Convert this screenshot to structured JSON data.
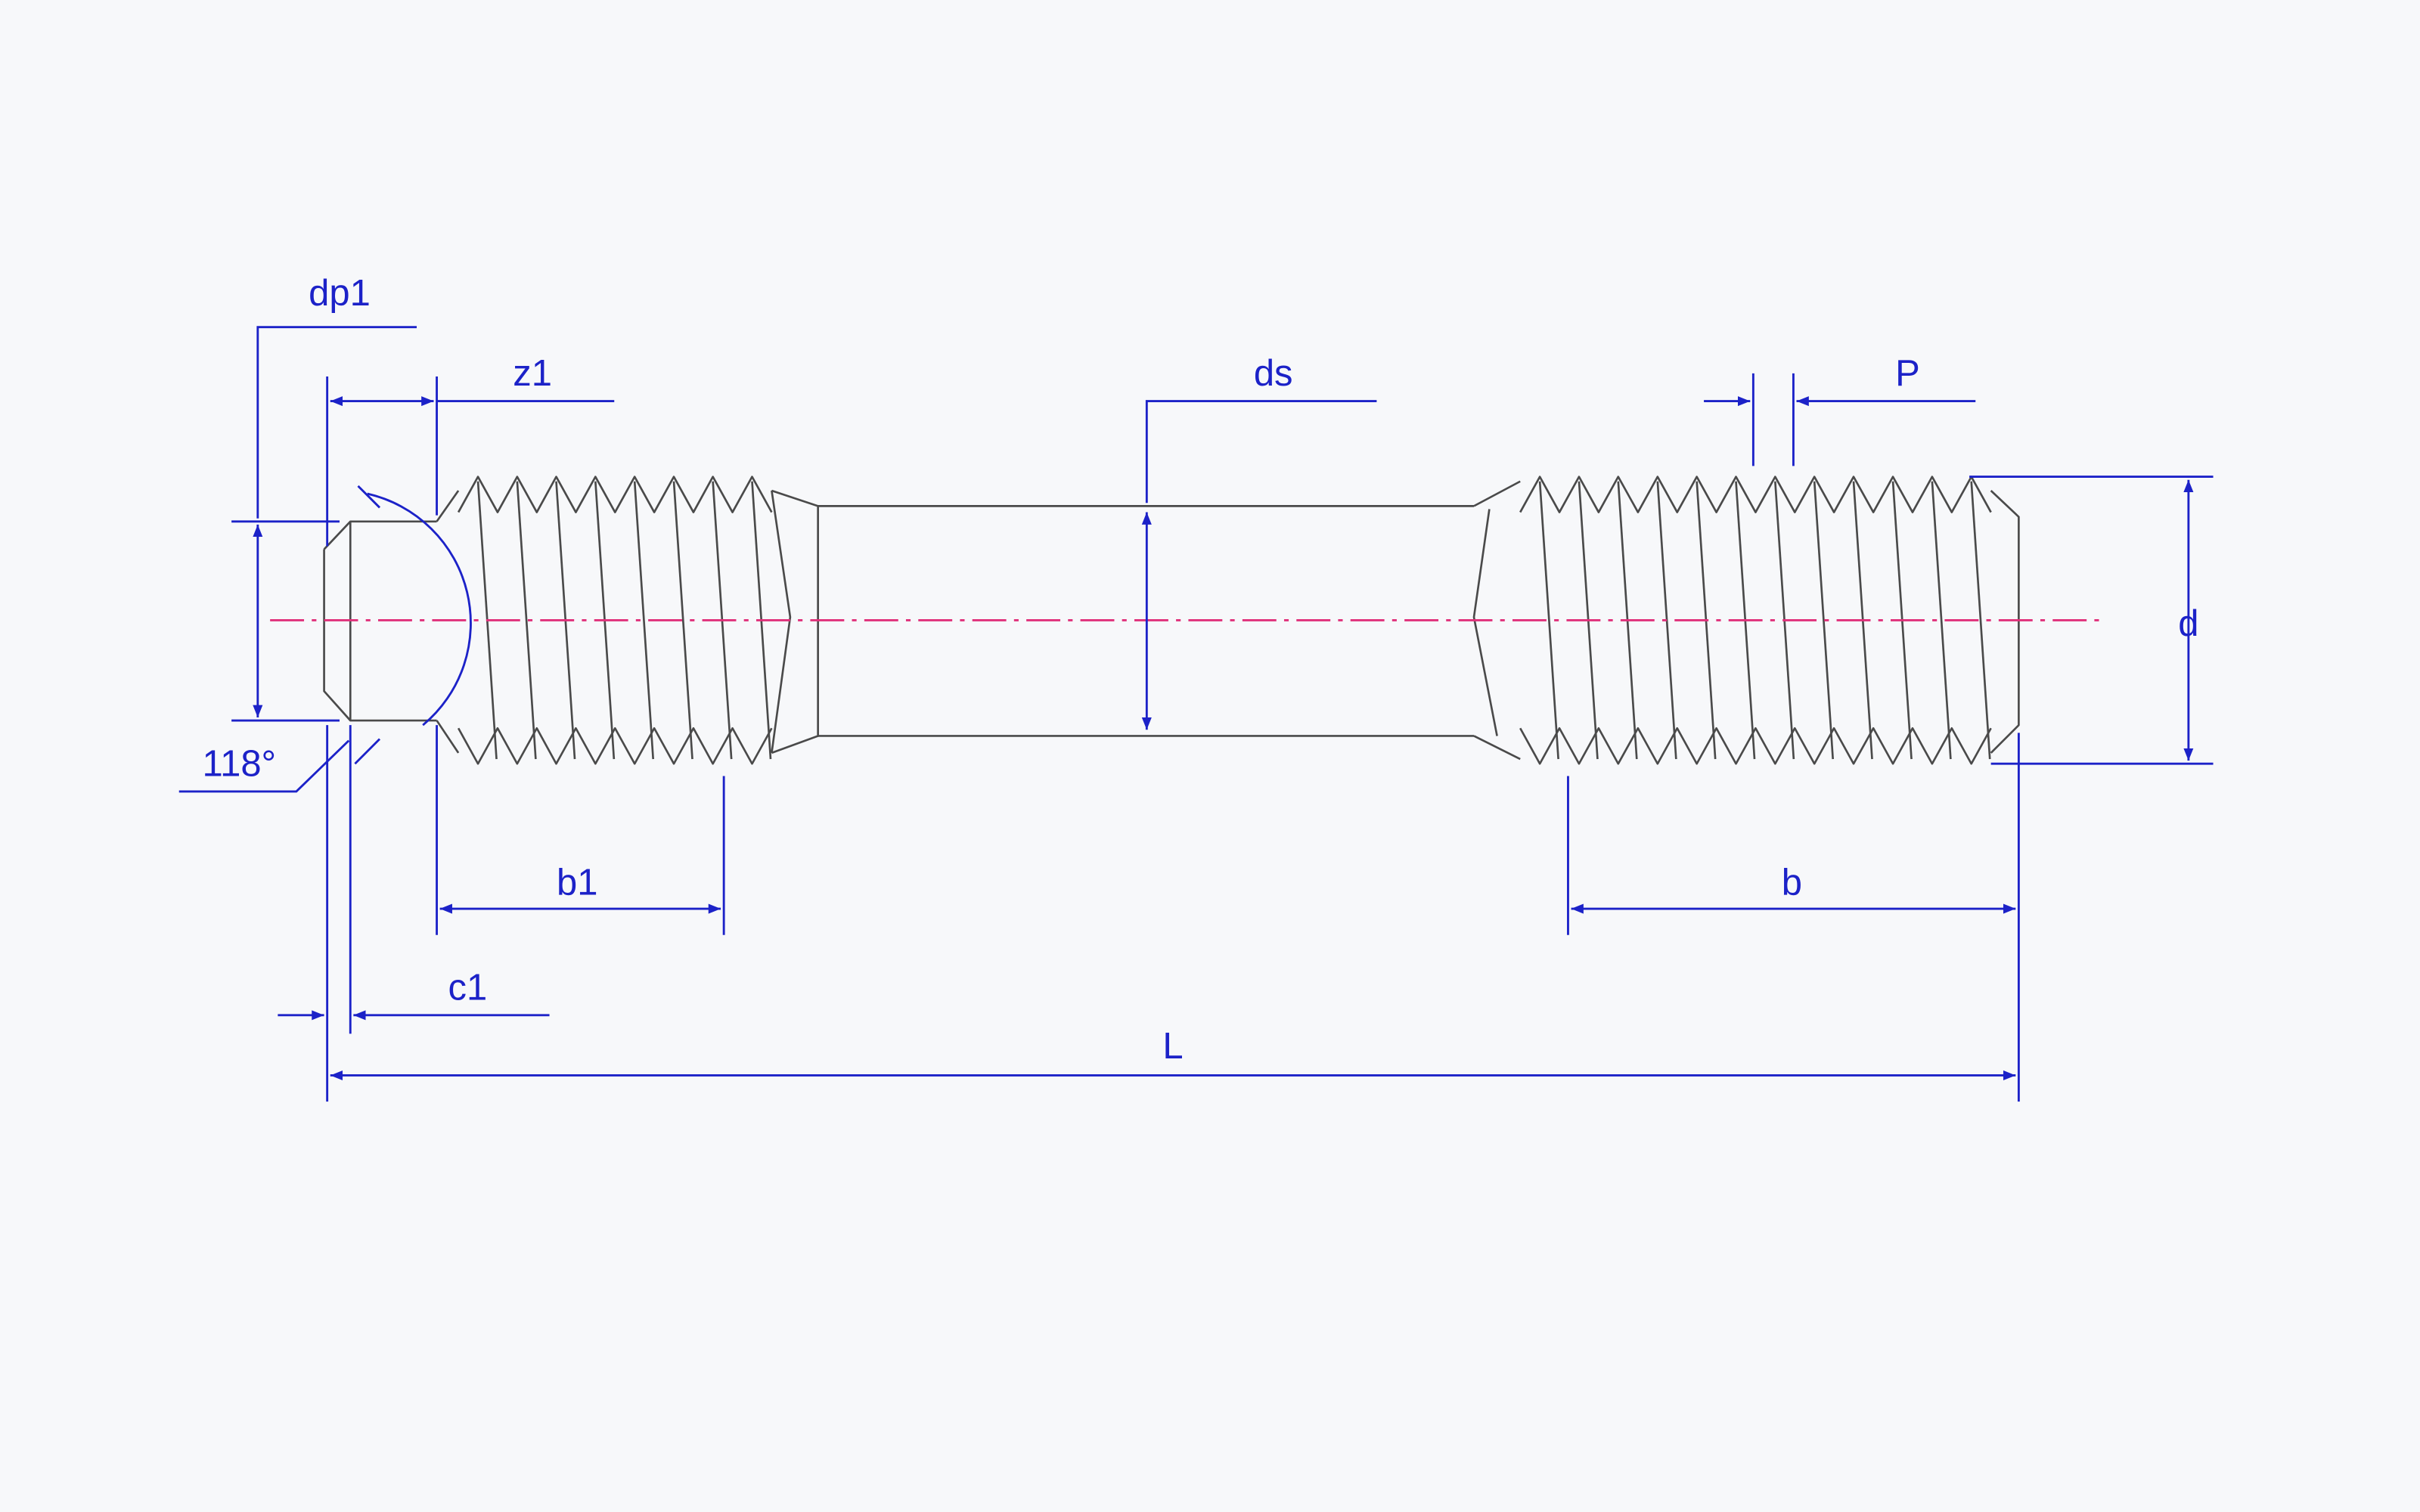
{
  "colors": {
    "background": "#f7f8fa",
    "part_outline": "#4a4a4a",
    "dimension": "#1c22c8",
    "centerline": "#e0307a"
  },
  "labels": {
    "dp1": "dp1",
    "z1": "z1",
    "ds": "ds",
    "p": "P",
    "d": "d",
    "angle": "118°",
    "b1": "b1",
    "b": "b",
    "c1": "c1",
    "L": "L"
  }
}
